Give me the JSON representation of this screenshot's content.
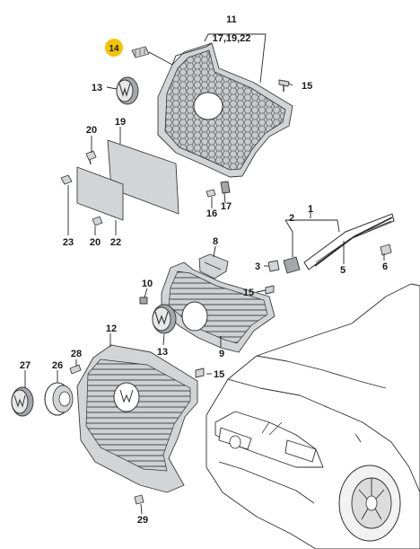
{
  "diagram": {
    "labels": {
      "l1": "1",
      "l2": "2",
      "l3": "3",
      "l5": "5",
      "l6": "6",
      "l8": "8",
      "l9": "9",
      "l10": "10",
      "l11": "11",
      "l11_sub": "17,19,22",
      "l12": "12",
      "l13a": "13",
      "l13b": "13",
      "l14": "14",
      "l15a": "15",
      "l15b": "15",
      "l15c": "15",
      "l16": "16",
      "l17": "17",
      "l19": "19",
      "l20a": "20",
      "l20b": "20",
      "l22": "22",
      "l23": "23",
      "l26": "26",
      "l27": "27",
      "l28": "28",
      "l29": "29"
    },
    "highlight_color": "#f5c400"
  }
}
